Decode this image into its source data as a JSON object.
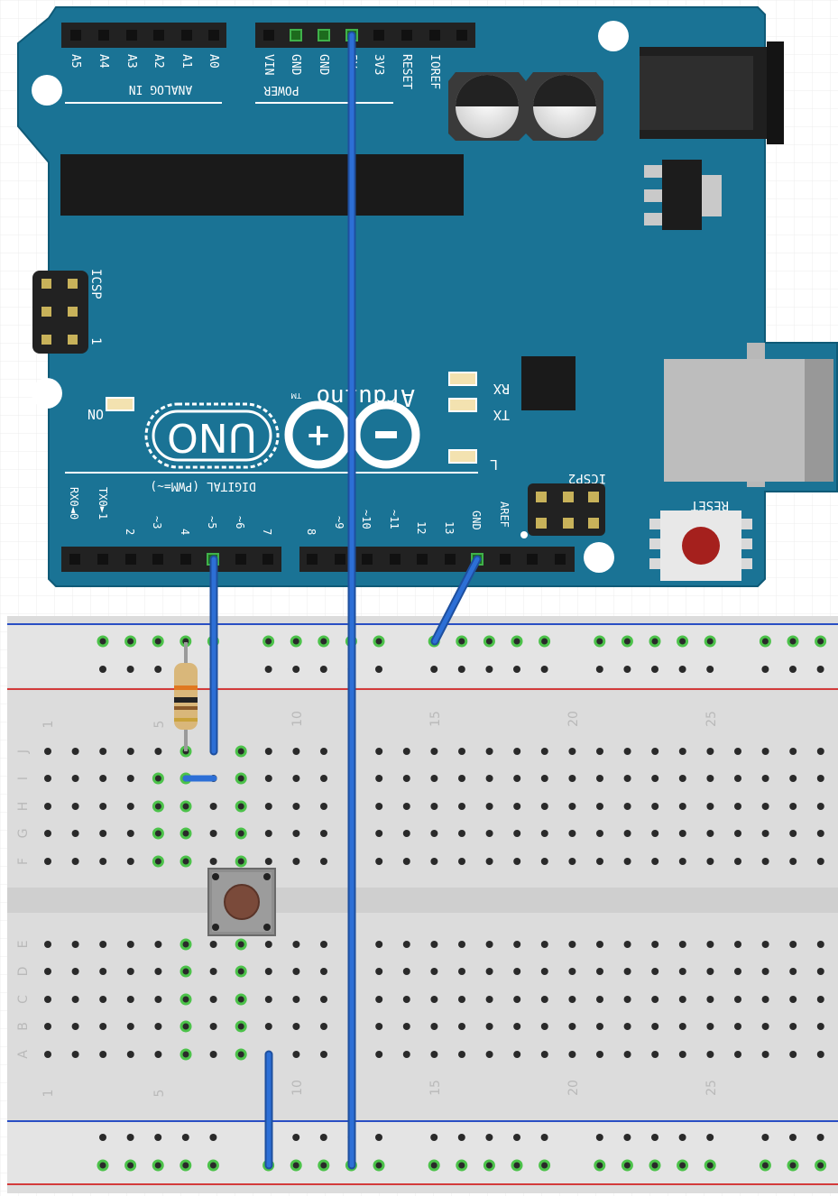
{
  "board": {
    "brand": "Arduino",
    "model": "UNO",
    "trademark": "TM",
    "colors": {
      "pcb": "#1a7395",
      "pcb_edge": "#0f5a77",
      "silk": "#ffffff"
    },
    "sections": {
      "analog": "ANALOG IN",
      "power": "POWER",
      "digital": "DIGITAL (PWM=~)",
      "icsp": "ICSP",
      "icsp_num": "1",
      "icsp2": "ICSP2",
      "reset": "RESET"
    },
    "leds": {
      "on": "ON",
      "rx": "RX",
      "tx": "TX",
      "l": "L"
    },
    "analog_pins": [
      "A5",
      "A4",
      "A3",
      "A2",
      "A1",
      "A0"
    ],
    "power_pins": [
      "VIN",
      "GND",
      "GND",
      "5V",
      "3V3",
      "RESET",
      "IOREF"
    ],
    "digital_pins_left": [
      "RX0◄0",
      "TX0►1",
      "2",
      "~3",
      "4",
      "~5",
      "~6",
      "7"
    ],
    "digital_pins_right": [
      "8",
      "~9",
      "~10",
      "~11",
      "12",
      "13",
      "GND",
      "AREF"
    ]
  },
  "breadboard": {
    "colors": {
      "body": "#dcdcdc",
      "rail": "#e6e6e6",
      "red_line": "#d33b3b",
      "blue_line": "#2a4fc4"
    },
    "row_letters_top": [
      "J",
      "I",
      "H",
      "G",
      "F"
    ],
    "row_letters_bottom": [
      "E",
      "D",
      "C",
      "B",
      "A"
    ],
    "column_numbers": [
      "1",
      "5",
      "10",
      "15",
      "20",
      "25"
    ]
  },
  "components": {
    "wire_color": "#2d6fd6",
    "resistor_color": "#d9b77a",
    "button_cap_color": "#7a4a3a"
  }
}
